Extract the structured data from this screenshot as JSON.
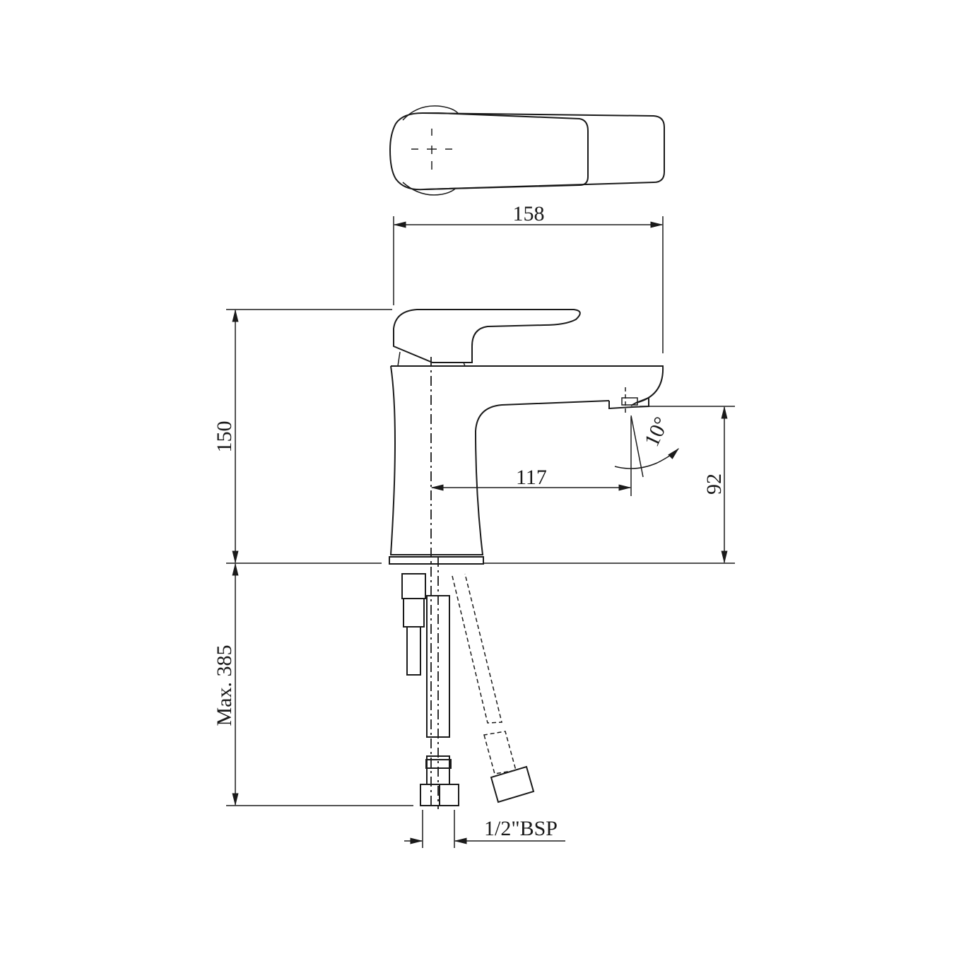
{
  "drawing": {
    "subject": "Single lever basin mixer faucet",
    "views": [
      "top-view",
      "side-view"
    ],
    "dimensions": {
      "overall_length": "158",
      "height": "150",
      "spout_reach": "117",
      "spout_clearance": "92",
      "spout_angle": "10°",
      "hose_length": "Max. 385",
      "connection": "1/2\"BSP"
    },
    "colors": {
      "line": "#1a1a1a",
      "background": "#ffffff"
    }
  }
}
